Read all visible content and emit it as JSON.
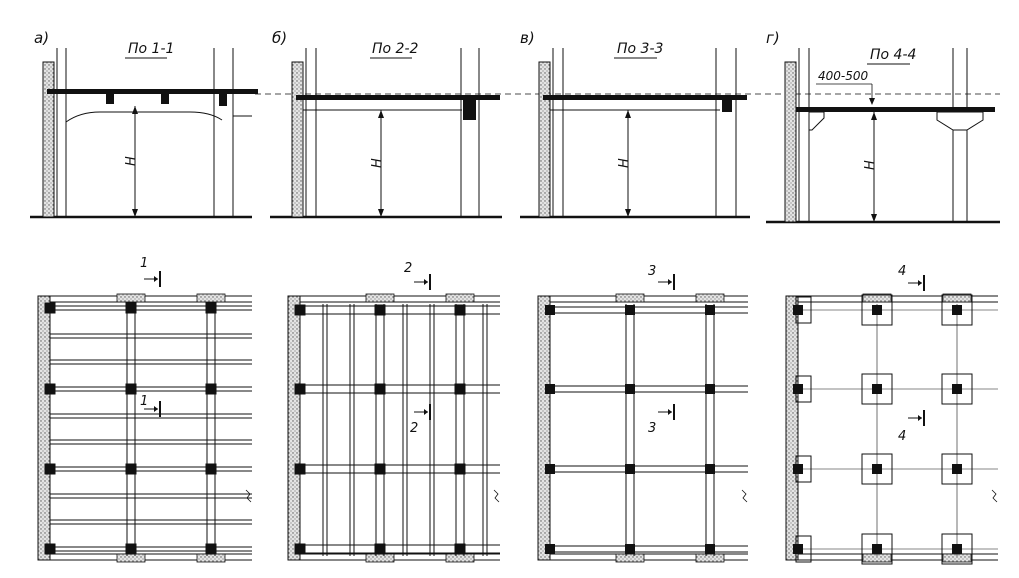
{
  "colors": {
    "ink": "#111111",
    "paper": "#ffffff",
    "hatch": "#cfcfcf"
  },
  "panels": [
    {
      "id": "a",
      "letter": "а)",
      "section_title": "По 1-1",
      "height_label": "H",
      "cut_label": "1",
      "type": "beams-both-ways"
    },
    {
      "id": "b",
      "letter": "б)",
      "section_title": "По 2-2",
      "height_label": "H",
      "cut_label": "2",
      "type": "main-and-secondary-beams"
    },
    {
      "id": "v",
      "letter": "в)",
      "section_title": "По 3-3",
      "height_label": "H",
      "cut_label": "3",
      "type": "main-beams-only"
    },
    {
      "id": "g",
      "letter": "г)",
      "section_title": "По 4-4",
      "height_label": "H",
      "cut_label": "4",
      "type": "beamless-with-capitals",
      "dimension_note": "400-500"
    }
  ]
}
